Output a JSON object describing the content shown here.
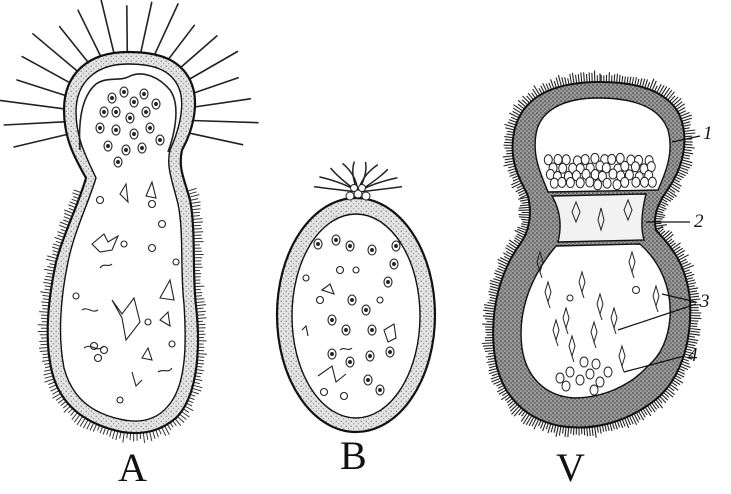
{
  "figure": {
    "panel_labels": {
      "a": "A",
      "b": "B",
      "v": "V"
    },
    "callouts": [
      "1",
      "2",
      "3",
      "4"
    ]
  },
  "colors": {
    "ink": "#111111",
    "wall": "#d6d6d6",
    "cilia": "#222222",
    "background": "#ffffff"
  }
}
